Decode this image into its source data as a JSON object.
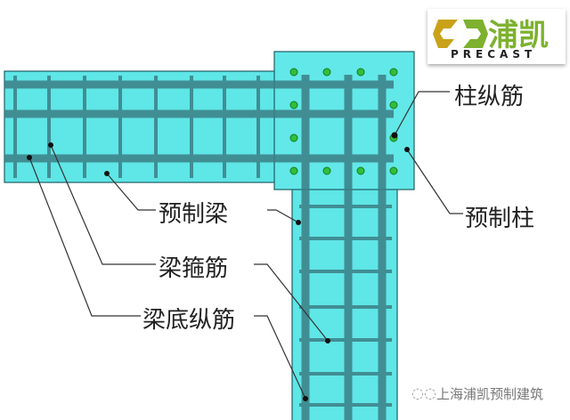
{
  "logo": {
    "name_cn": "浦凯",
    "name_en": "PRECAST"
  },
  "labels": {
    "beam": "预制梁",
    "beam_stirrup": "梁箍筋",
    "beam_bottom_bar": "梁底纵筋",
    "column_long_bar": "柱纵筋",
    "column": "预制柱"
  },
  "watermark": {
    "text": "上海浦凯预制建筑",
    "icon": "wechat-icon"
  },
  "colors": {
    "concrete": "#5fe6e6",
    "rebar": "#3b7f86",
    "green_bar": "#2fbf3a"
  }
}
